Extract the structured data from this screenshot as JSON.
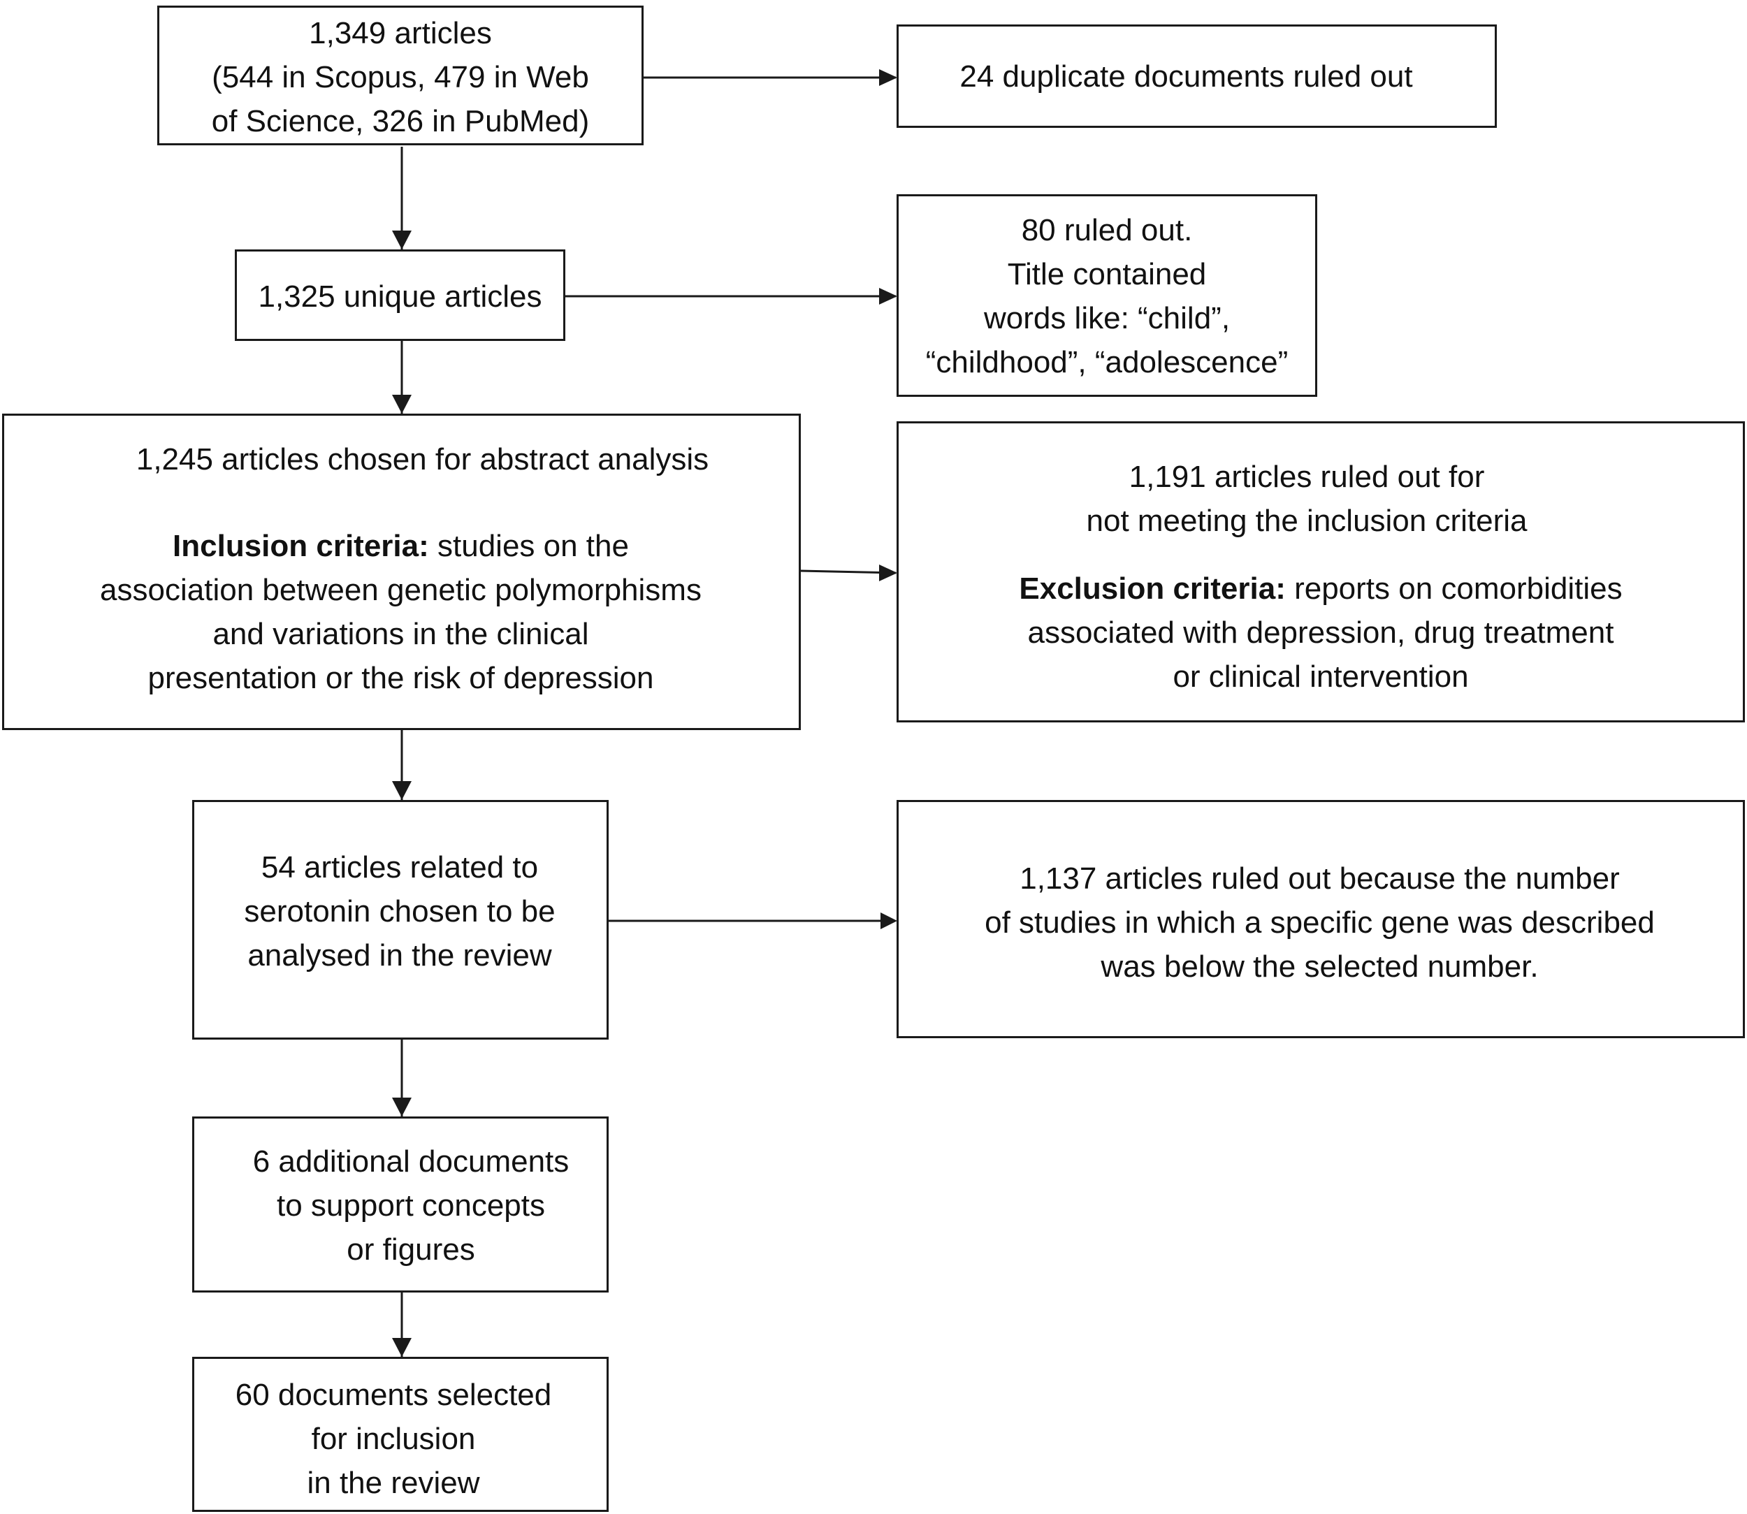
{
  "nodes": {
    "total": {
      "lines": [
        "1,349 articles",
        "(544 in Scopus, 479 in Web",
        "of Science, 326 in PubMed)"
      ]
    },
    "duplicates": {
      "lines": [
        "24 duplicate documents ruled out"
      ]
    },
    "unique": {
      "lines": [
        "1,325 unique articles"
      ]
    },
    "title_excluded": {
      "lines": [
        "80 ruled out.",
        "Title contained",
        "words like: “child”,",
        "“childhood”, “adolescence”"
      ]
    },
    "abstract": {
      "heading": "1,245 articles chosen for abstract analysis",
      "criteria_label": "Inclusion criteria:",
      "criteria_first": " studies on the",
      "criteria_rest": [
        "association between genetic polymorphisms",
        "and variations in the clinical",
        "presentation or the risk of depression"
      ]
    },
    "abstract_excluded": {
      "lines": [
        "1,191 articles ruled out for",
        "not meeting the inclusion criteria"
      ],
      "criteria_label": "Exclusion criteria:",
      "criteria_first": " reports on comorbidities",
      "criteria_rest": [
        "associated with depression, drug treatment",
        "or clinical intervention"
      ]
    },
    "serotonin": {
      "lines": [
        "54 articles related to",
        "serotonin chosen to be",
        "analysed in the review"
      ]
    },
    "gene_excluded": {
      "lines": [
        "1,137 articles ruled out because the number",
        "of studies in which a specific gene was described",
        "was below the selected number."
      ]
    },
    "additional": {
      "lines": [
        "6 additional documents",
        "to support concepts",
        "or figures"
      ]
    },
    "final": {
      "lines": [
        "60 documents selected",
        "for inclusion",
        "in the review"
      ]
    }
  }
}
